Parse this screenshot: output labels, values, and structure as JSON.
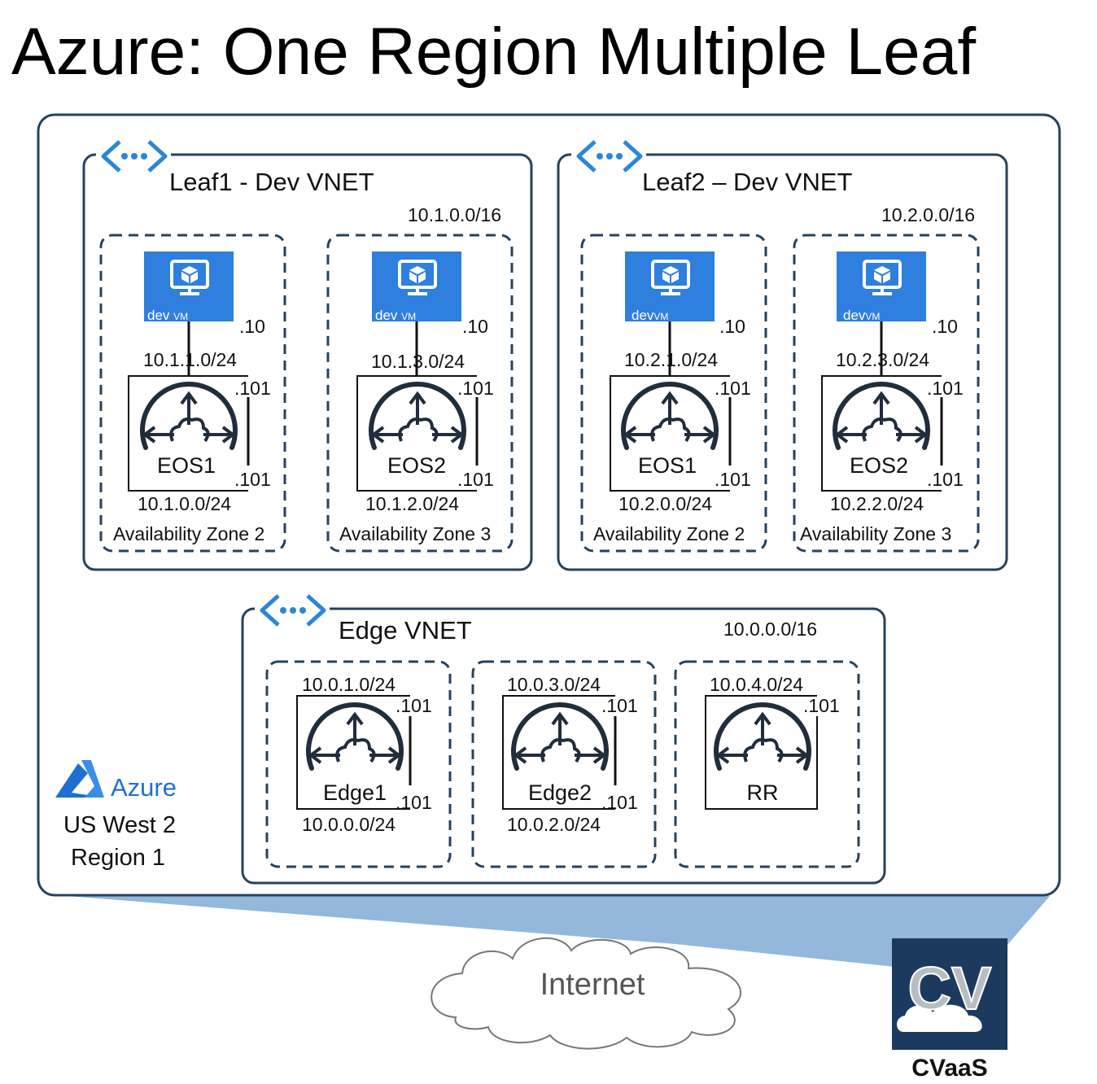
{
  "title": "Azure: One Region Multiple Leaf",
  "region": {
    "brand": "Azure",
    "line1": "US West 2",
    "line2": "Region 1"
  },
  "vnets": {
    "leaf1": {
      "name": "Leaf1 - Dev VNET",
      "cidr": "10.1.0.0/16",
      "zones": [
        {
          "zone": "Availability Zone 2",
          "vm_prefix": "dev",
          "vm_suffix": "VM",
          "vm_ip": ".10",
          "upper_subnet": "10.1.1.0/24",
          "router": "EOS1",
          "ip_top": ".101",
          "ip_bottom": ".101",
          "lower_subnet": "10.1.0.0/24"
        },
        {
          "zone": "Availability Zone 3",
          "vm_prefix": "dev",
          "vm_suffix": "VM",
          "vm_ip": ".10",
          "upper_subnet": "10.1.3.0/24",
          "router": "EOS2",
          "ip_top": ".101",
          "ip_bottom": ".101",
          "lower_subnet": "10.1.2.0/24"
        }
      ]
    },
    "leaf2": {
      "name": "Leaf2 – Dev VNET",
      "cidr": "10.2.0.0/16",
      "zones": [
        {
          "zone": "Availability Zone 2",
          "vm_prefix": "dev",
          "vm_suffix": "VM",
          "vm_ip": ".10",
          "upper_subnet": "10.2.1.0/24",
          "router": "EOS1",
          "ip_top": ".101",
          "ip_bottom": ".101",
          "lower_subnet": "10.2.0.0/24"
        },
        {
          "zone": "Availability Zone 3",
          "vm_prefix": "dev",
          "vm_suffix": "VM",
          "vm_ip": ".10",
          "upper_subnet": "10.2.3.0/24",
          "router": "EOS2",
          "ip_top": ".101",
          "ip_bottom": ".101",
          "lower_subnet": "10.2.2.0/24"
        }
      ]
    },
    "edge": {
      "name": "Edge VNET",
      "cidr": "10.0.0.0/16",
      "zones": [
        {
          "upper_subnet": "10.0.1.0/24",
          "router": "Edge1",
          "ip_top": ".101",
          "ip_bottom": ".101",
          "lower_subnet": "10.0.0.0/24"
        },
        {
          "upper_subnet": "10.0.3.0/24",
          "router": "Edge2",
          "ip_top": ".101",
          "ip_bottom": ".101",
          "lower_subnet": "10.0.2.0/24"
        },
        {
          "upper_subnet": "10.0.4.0/24",
          "router": "RR",
          "ip_top": ".101"
        }
      ]
    }
  },
  "internet": "Internet",
  "cvaas": {
    "logo_text": "CV",
    "label": "CVaaS"
  },
  "colors": {
    "region_border": "#26425c",
    "vnet_border": "#26425c",
    "zone_border": "#26425c",
    "vm_blue": "#2f7fdf",
    "azure_blue": "#1f6fd1",
    "beam": "#93b8dc",
    "cvaas_bg": "#1c3a5e",
    "vnet_icon": "#2b86d9"
  }
}
